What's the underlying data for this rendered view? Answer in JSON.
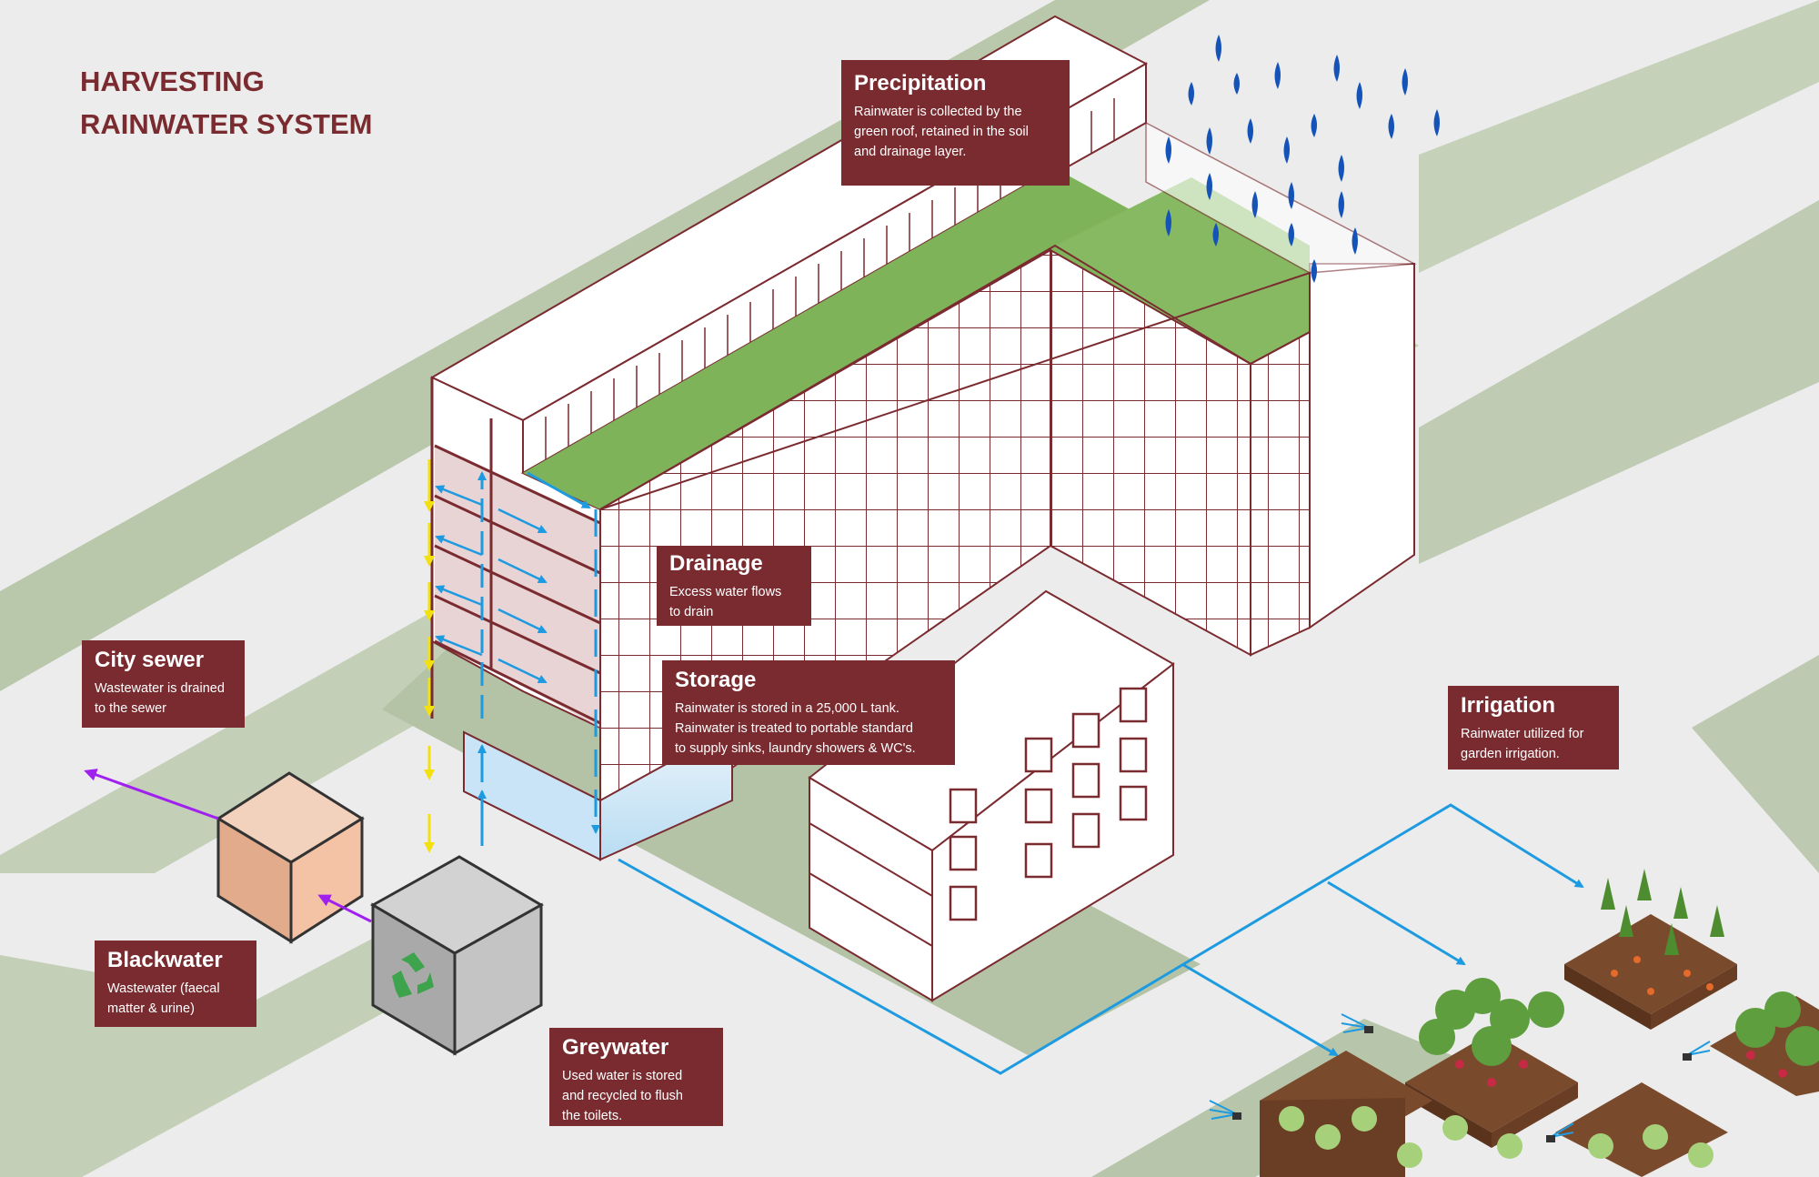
{
  "title": {
    "line1": "HARVESTING",
    "line2": "RAINWATER SYSTEM"
  },
  "labels": {
    "precipitation": {
      "heading": "Precipitation",
      "text": "Rainwater is collected by the\ngreen roof, retained in the soil\nand drainage layer."
    },
    "drainage": {
      "heading": "Drainage",
      "text": "Excess water  flows\nto drain"
    },
    "storage": {
      "heading": "Storage",
      "text": "Rainwater is stored in a 25,000 L tank.\nRainwater is treated to portable standard\nto supply sinks, laundry showers & WC's."
    },
    "city_sewer": {
      "heading": "City sewer",
      "text": "Wastewater is drained\nto the sewer"
    },
    "blackwater": {
      "heading": "Blackwater",
      "text": "Wastewater (faecal\nmatter & urine)"
    },
    "greywater": {
      "heading": "Greywater",
      "text": "Used water is stored\nand recycled to flush\nthe toilets."
    },
    "irrigation": {
      "heading": "Irrigation",
      "text": "Rainwater utilized for\ngarden irrigation."
    }
  },
  "icons": {
    "recycle": "recycle-icon",
    "rain": "raindrop-icon",
    "sprinkler": "sprinkler-icon"
  },
  "colors": {
    "label_bg": "#7a2b30",
    "ground_green": "#b9c7ab",
    "roof_green": "#7fb35a",
    "water_blue": "#1e9be0",
    "greywater_yellow": "#f2e00f",
    "sewer_purple": "#a020f0",
    "rain_blue": "#1553b8"
  }
}
